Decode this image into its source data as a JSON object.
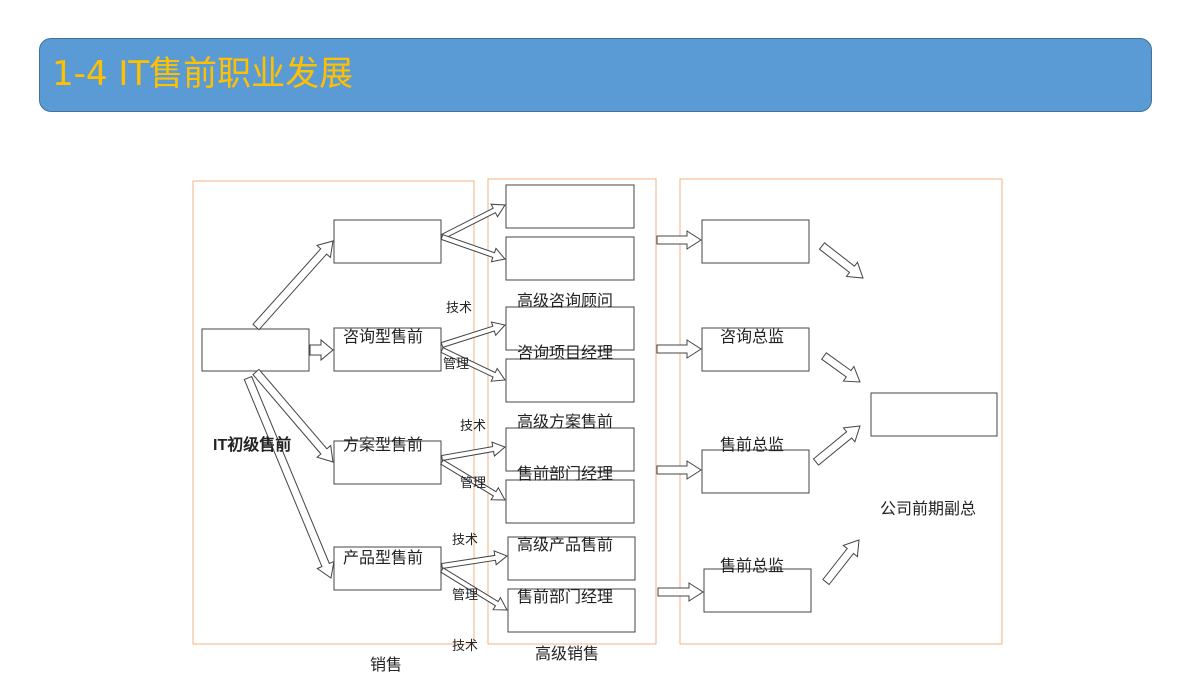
{
  "header": {
    "title": "1-4 IT售前职业发展"
  },
  "diagram": {
    "entry": {
      "label": "IT初级售前"
    },
    "sales_column_label": "销售",
    "senior_sales_column_label": "高级销售",
    "types": {
      "consulting": "咨询型售前",
      "solution": "方案型售前",
      "product": "产品型售前"
    },
    "senior_roles": {
      "senior_consultant": "高级咨询顾问",
      "consulting_pm": "咨询项目经理",
      "senior_solution": "高级方案售前",
      "presales_manager_1": "售前部门经理",
      "senior_product": "高级产品售前",
      "presales_manager_2": "售前部门经理"
    },
    "directors": {
      "consulting_director": "咨询总监",
      "presales_director_1": "售前总监",
      "presales_director_2": "售前总监"
    },
    "vp": "公司前期副总",
    "edge_labels": {
      "tech": "技术",
      "mgmt": "管理"
    }
  }
}
